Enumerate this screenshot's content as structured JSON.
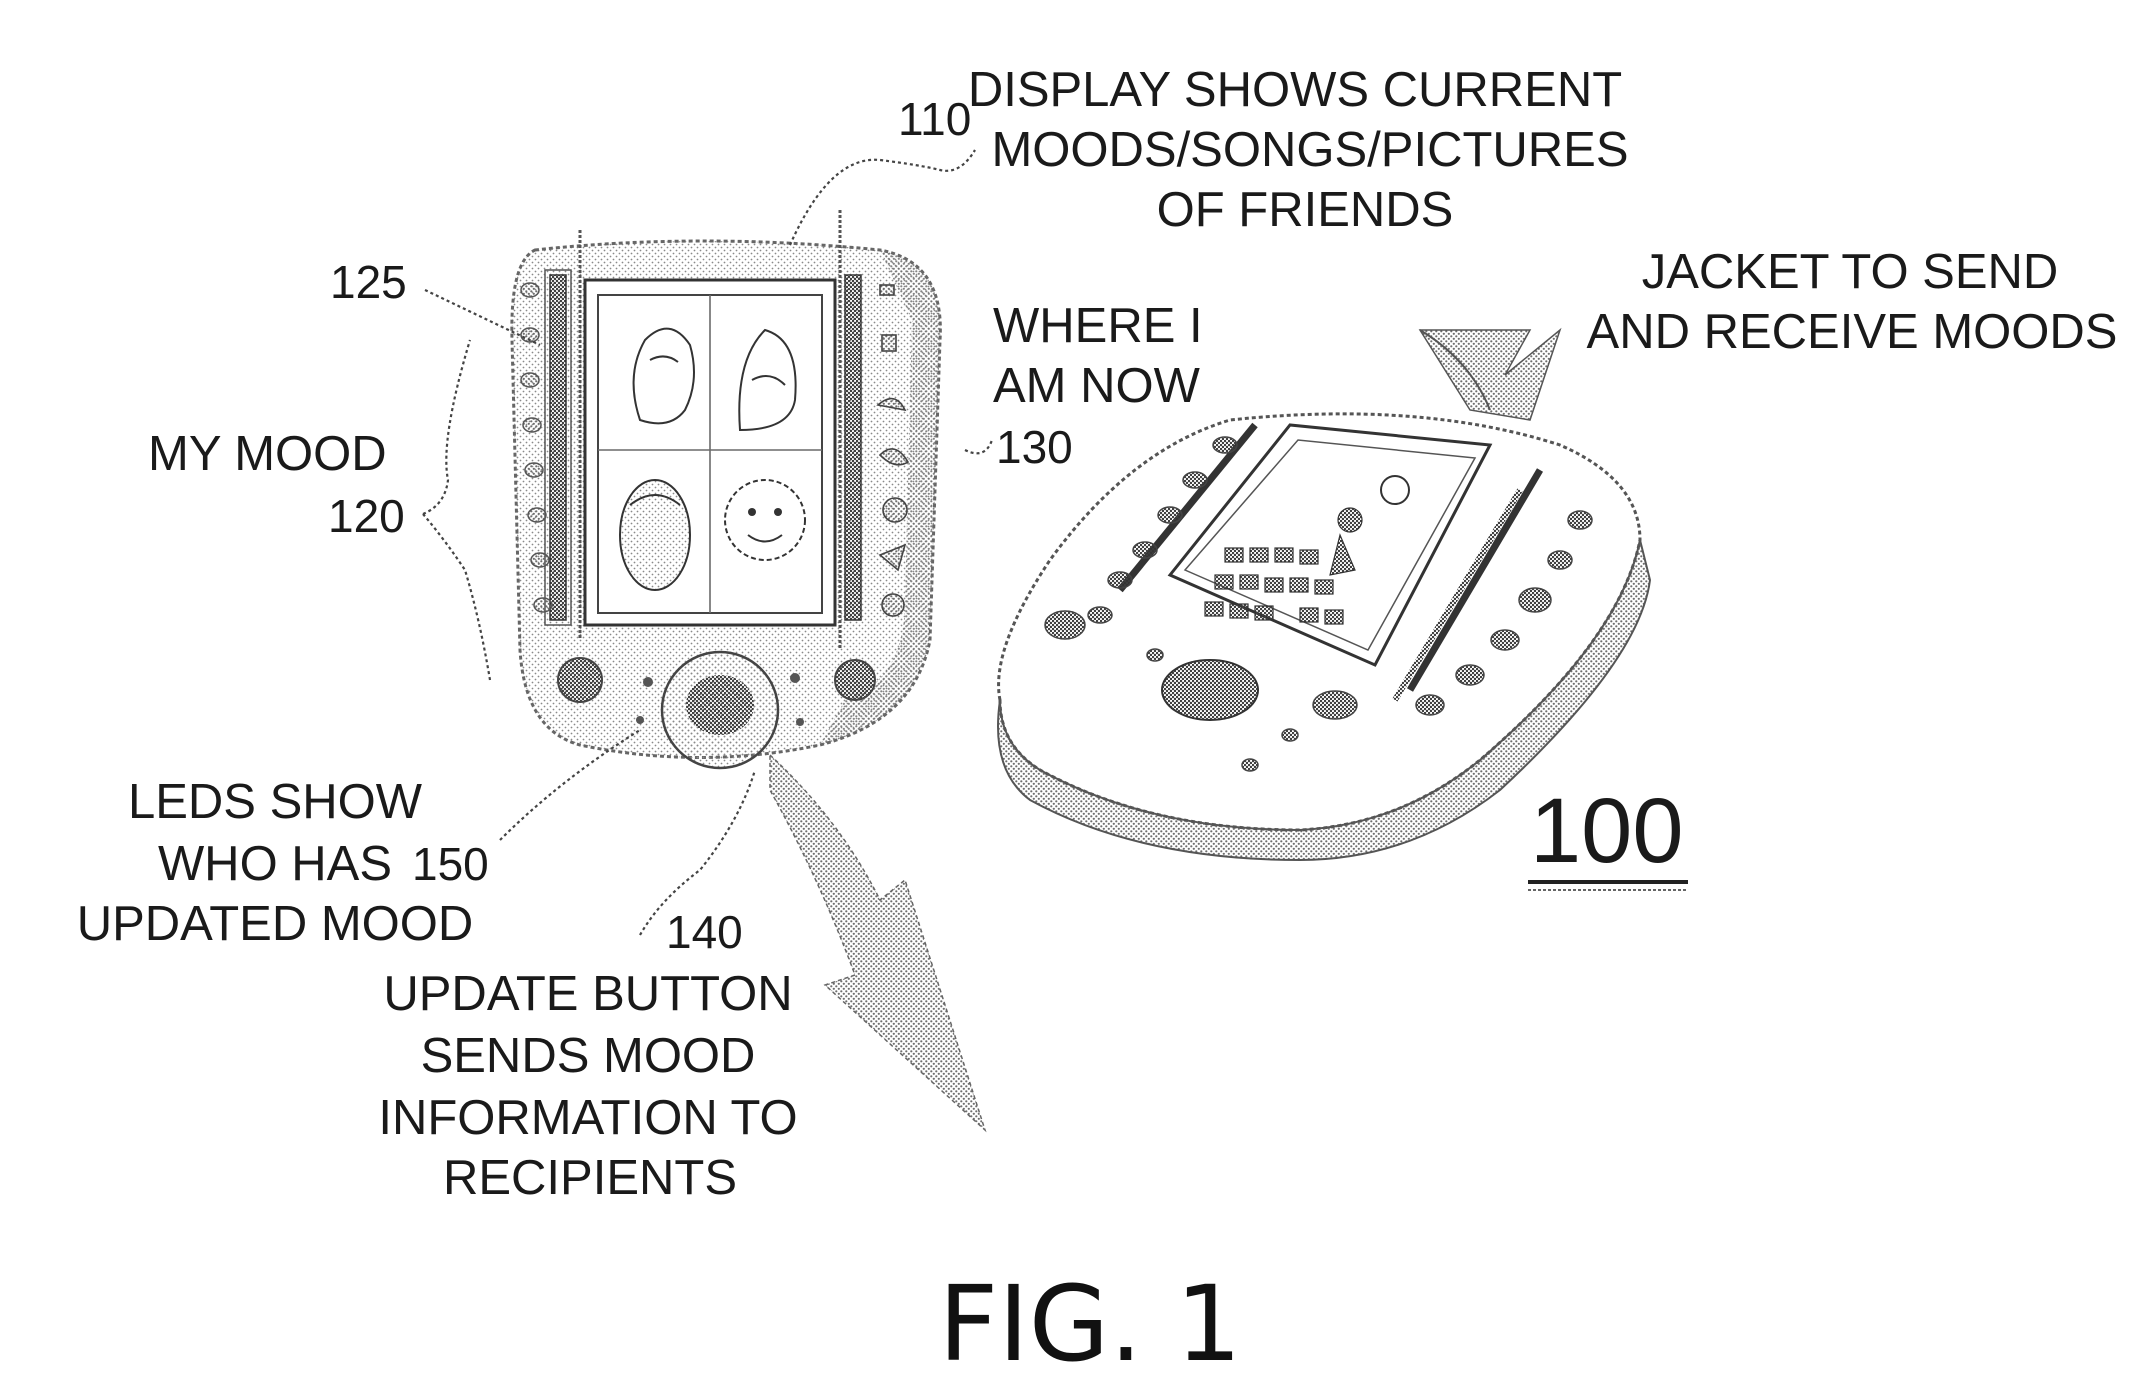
{
  "figure": {
    "caption": "FIG. 1",
    "device_ref": "100",
    "labels": {
      "display": [
        "DISPLAY SHOWS CURRENT",
        "MOODS/SONGS/PICTURES",
        "OF FRIENDS"
      ],
      "jacket": [
        "JACKET TO SEND",
        "AND RECEIVE MOODS"
      ],
      "where": [
        "WHERE I",
        "AM NOW"
      ],
      "my_mood": "MY MOOD",
      "leds": [
        "LEDS SHOW",
        "WHO HAS",
        "UPDATED MOOD"
      ],
      "update": [
        "UPDATE BUTTON",
        "SENDS MOOD",
        "INFORMATION TO",
        "RECIPIENTS"
      ]
    },
    "refs": {
      "display": "110",
      "bar": "125",
      "my_mood": "120",
      "where": "130",
      "leds": "150",
      "update": "140"
    }
  }
}
